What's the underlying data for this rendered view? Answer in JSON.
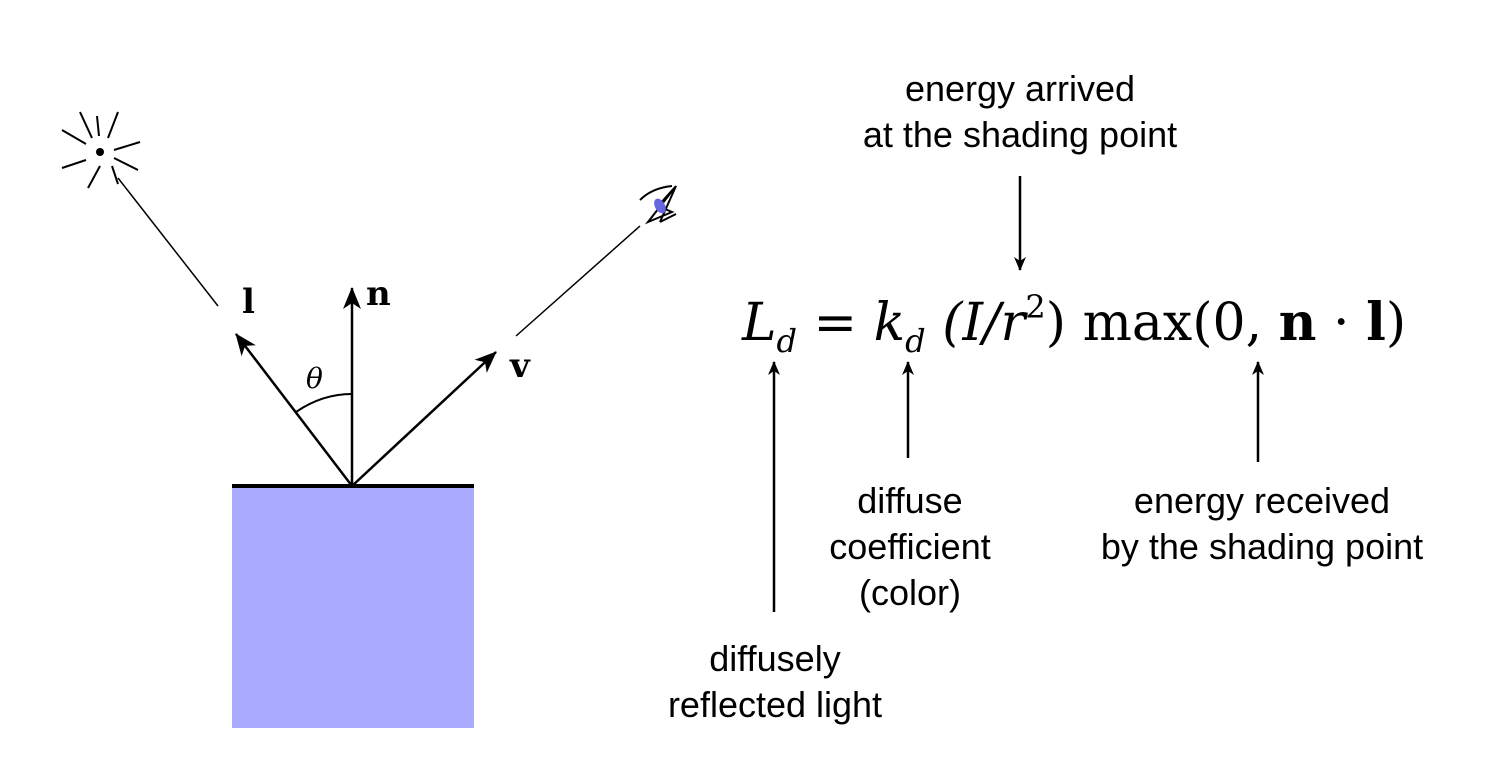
{
  "colors": {
    "surface": "#aaaaff",
    "eye_iris": "#6666dd",
    "ink": "#000000"
  },
  "diagram": {
    "vectors": {
      "light": "l",
      "normal": "n",
      "view": "v"
    },
    "angle": "θ"
  },
  "equation": {
    "lhs_symbol": "L",
    "lhs_sub": "d",
    "equals": "=",
    "k_symbol": "k",
    "k_sub": "d",
    "intensity_open": "(I/r",
    "intensity_exp": "2",
    "intensity_close": ")",
    "max_text": "max(0,",
    "n_symbol": "n",
    "dot": "·",
    "l_symbol": "l",
    "close_paren": ")"
  },
  "annotations": {
    "energy_arrived": [
      "energy arrived",
      "at the shading point"
    ],
    "diffusely_reflected": [
      "diffusely",
      "reflected light"
    ],
    "diffuse_coefficient": [
      "diffuse",
      "coefficient",
      "(color)"
    ],
    "energy_received": [
      "energy received",
      "by the shading point"
    ]
  }
}
